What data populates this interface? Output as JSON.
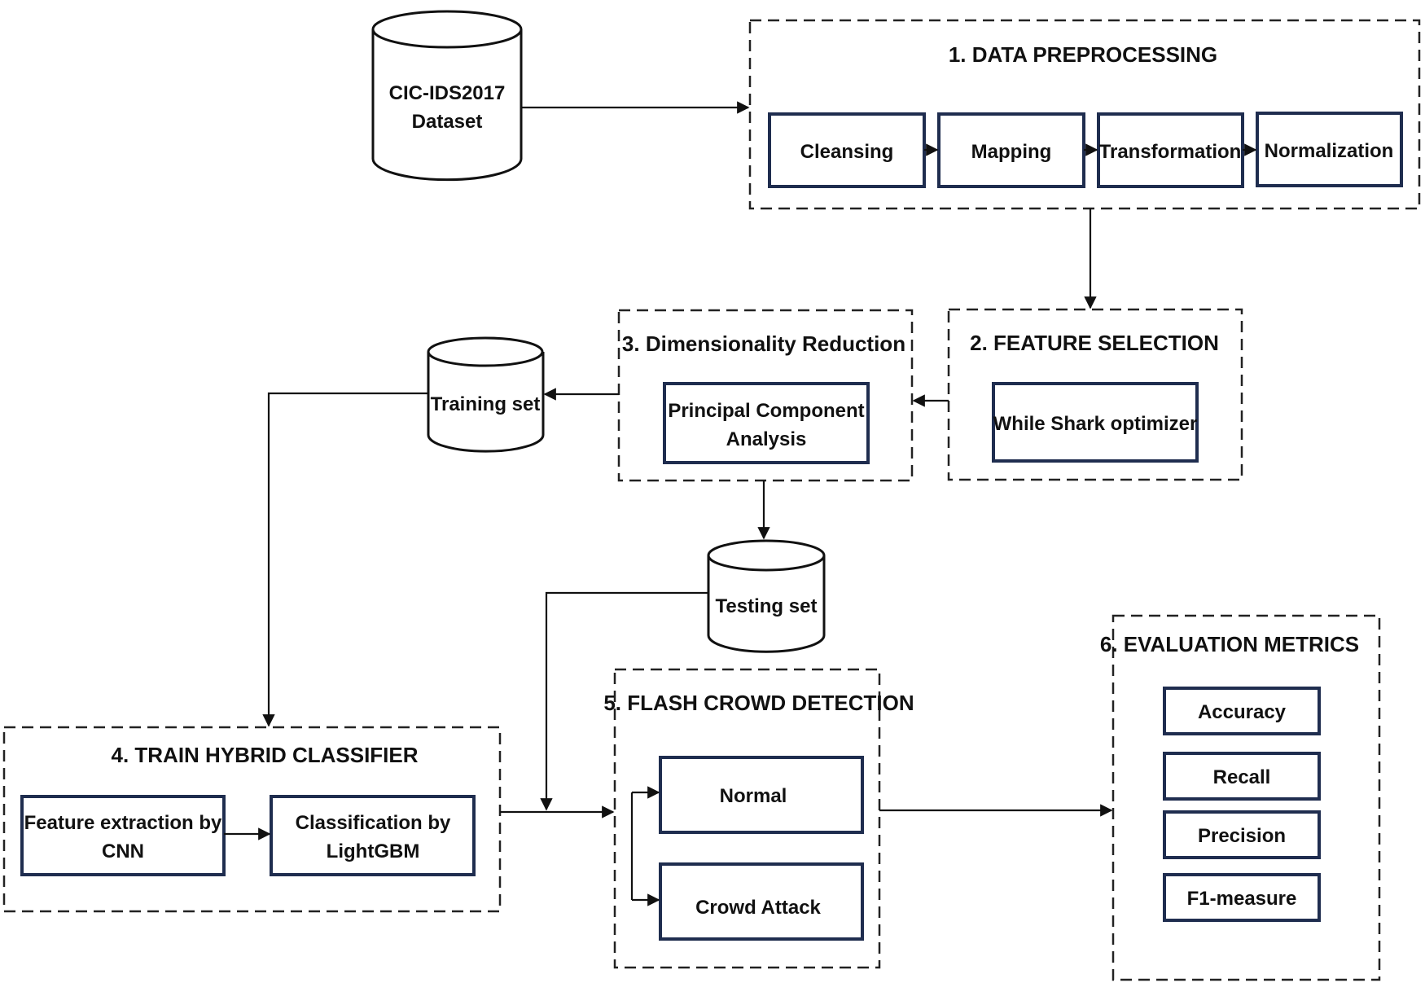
{
  "colors": {
    "box_border": "#1f2d4f",
    "line": "#111111",
    "dashed_border": "#222222"
  },
  "dataset": {
    "line1": "CIC-IDS2017",
    "line2": "Dataset"
  },
  "preprocessing": {
    "title": "1. DATA PREPROCESSING",
    "steps": [
      "Cleansing",
      "Mapping",
      "Transformation",
      "Normalization"
    ]
  },
  "feature_selection": {
    "title": "2. FEATURE SELECTION",
    "method": "While Shark optimizer"
  },
  "dimensionality": {
    "title": "3. Dimensionality Reduction",
    "method_line1": "Principal Component",
    "method_line2": "Analysis"
  },
  "training_set": {
    "label": "Training set"
  },
  "testing_set": {
    "label": "Testing set"
  },
  "classifier": {
    "title": "4. TRAIN HYBRID CLASSIFIER",
    "feature_line1": "Feature extraction by",
    "feature_line2": "CNN",
    "class_line1": "Classification by",
    "class_line2": "LightGBM"
  },
  "detection": {
    "title": "5. FLASH CROWD DETECTION",
    "normal": "Normal",
    "attack": "Crowd Attack"
  },
  "evaluation": {
    "title": "6. EVALUATION METRICS",
    "metrics": [
      "Accuracy",
      "Recall",
      "Precision",
      "F1-measure"
    ]
  }
}
